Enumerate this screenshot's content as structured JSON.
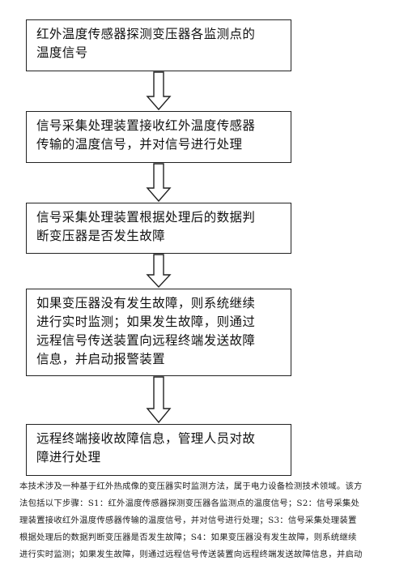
{
  "flowchart": {
    "steps": [
      {
        "lines": [
          "红外温度传感器探测变压器各监测点的",
          "温度信号"
        ]
      },
      {
        "lines": [
          "信号采集处理装置接收红外温度传感器",
          "传输的温度信号，并对信号进行处理"
        ]
      },
      {
        "lines": [
          "信号采集处理装置根据处理后的数据判",
          "断变压器是否发生故障"
        ]
      },
      {
        "lines": [
          "如果变压器没有发生故障，则系统继续",
          "进行实时监测；如果发生故障，则通过",
          "远程信号传送装置向远程终端发送故障",
          "信息，并启动报警装置"
        ]
      },
      {
        "lines": [
          "远程终端接收故障信息，管理人员对故",
          "障进行处理"
        ]
      }
    ]
  },
  "abstract": {
    "lines": [
      "本技术涉及一种基于红外热成像的变压器实时监测方法，属于电力设备检测技术领域。该方",
      "法包括以下步骤：S1：红外温度传感器探测变压器各监测点的温度信号；S2：信号采集处",
      "理装置接收红外温度传感器传输的温度信号，并对信号进行处理；S3：信号采集处理装置",
      "根据处理后的数据判断变压器是否发生故障；S4：如果变压器没有发生故障，则系统继续",
      "进行实时监测；如果发生故障，则通过远程信号传送装置向远程终端发送故障信息，并启动"
    ]
  },
  "colors": {
    "border": "#222222",
    "text": "#111111",
    "background": "#ffffff"
  }
}
